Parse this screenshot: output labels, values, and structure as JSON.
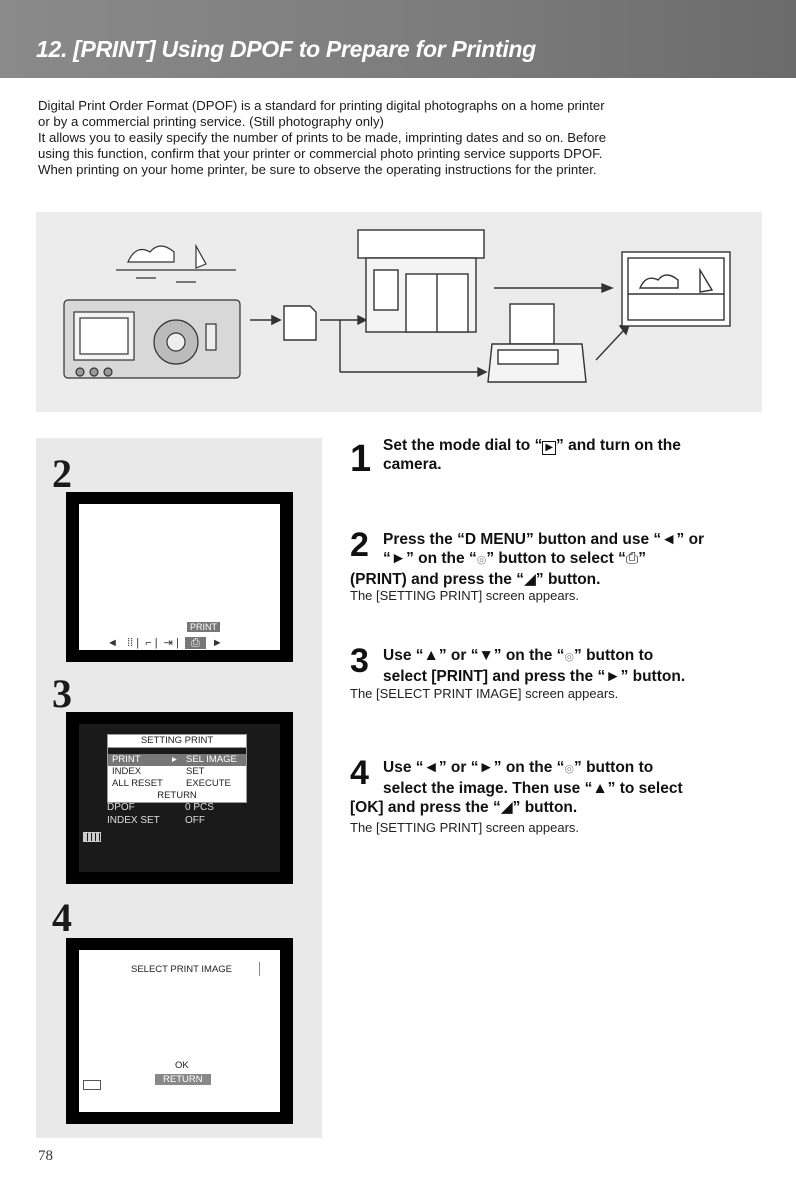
{
  "header": {
    "title": "12. [PRINT] Using DPOF to Prepare for Printing"
  },
  "intro": [
    "Digital Print Order Format (DPOF) is a standard for printing digital photographs on a home printer",
    "or by a commercial printing service. (Still photography only)",
    "It allows you to easily specify the number of prints to be made, imprinting dates and so on. Before",
    "using this function, confirm that your printer or commercial photo printing service supports DPOF.",
    "When printing on your home printer, be sure to observe the operating instructions for the printer."
  ],
  "screens": {
    "step2": {
      "number": "2",
      "print_label": "PRINT"
    },
    "step3": {
      "number": "3",
      "menu_title": "SETTING PRINT",
      "rows": [
        {
          "left": "PRINT",
          "right": "SEL IMAGE"
        },
        {
          "left": "INDEX",
          "right": "SET"
        },
        {
          "left": "ALL RESET",
          "right": "EXECUTE"
        }
      ],
      "return_label": "RETURN",
      "info": [
        {
          "left": "DPOF",
          "right": "0 PCS"
        },
        {
          "left": "INDEX SET",
          "right": "OFF"
        }
      ]
    },
    "step4": {
      "number": "4",
      "title": "SELECT PRINT IMAGE",
      "ok_label": "OK",
      "return_label": "RETURN"
    }
  },
  "steps": [
    {
      "number": "1",
      "title_a": "Set the mode dial to “",
      "title_b": "” and turn on the",
      "title_c": "camera.",
      "desc": ""
    },
    {
      "number": "2",
      "title_a": "Press the “D MENU” button and use “◄” or",
      "title_b": "“►” on the “",
      "title_c": "” button to select “",
      "title_d": "”",
      "title_e": "(PRINT) and press the “",
      "title_f": "” button.",
      "desc": "The [SETTING PRINT] screen appears."
    },
    {
      "number": "3",
      "title_a": "Use “▲” or “▼” on the “",
      "title_b": "” button to",
      "title_c": "select [PRINT] and press the “►” button.",
      "desc": "The [SELECT PRINT IMAGE] screen appears."
    },
    {
      "number": "4",
      "title_a": "Use “◄” or “►” on the “",
      "title_b": "” button to",
      "title_c": "select the image. Then use “▲” to select",
      "title_d": "[OK] and press the “",
      "title_e": "” button.",
      "desc": "The [SETTING PRINT] screen appears."
    }
  ],
  "page_number": "78"
}
